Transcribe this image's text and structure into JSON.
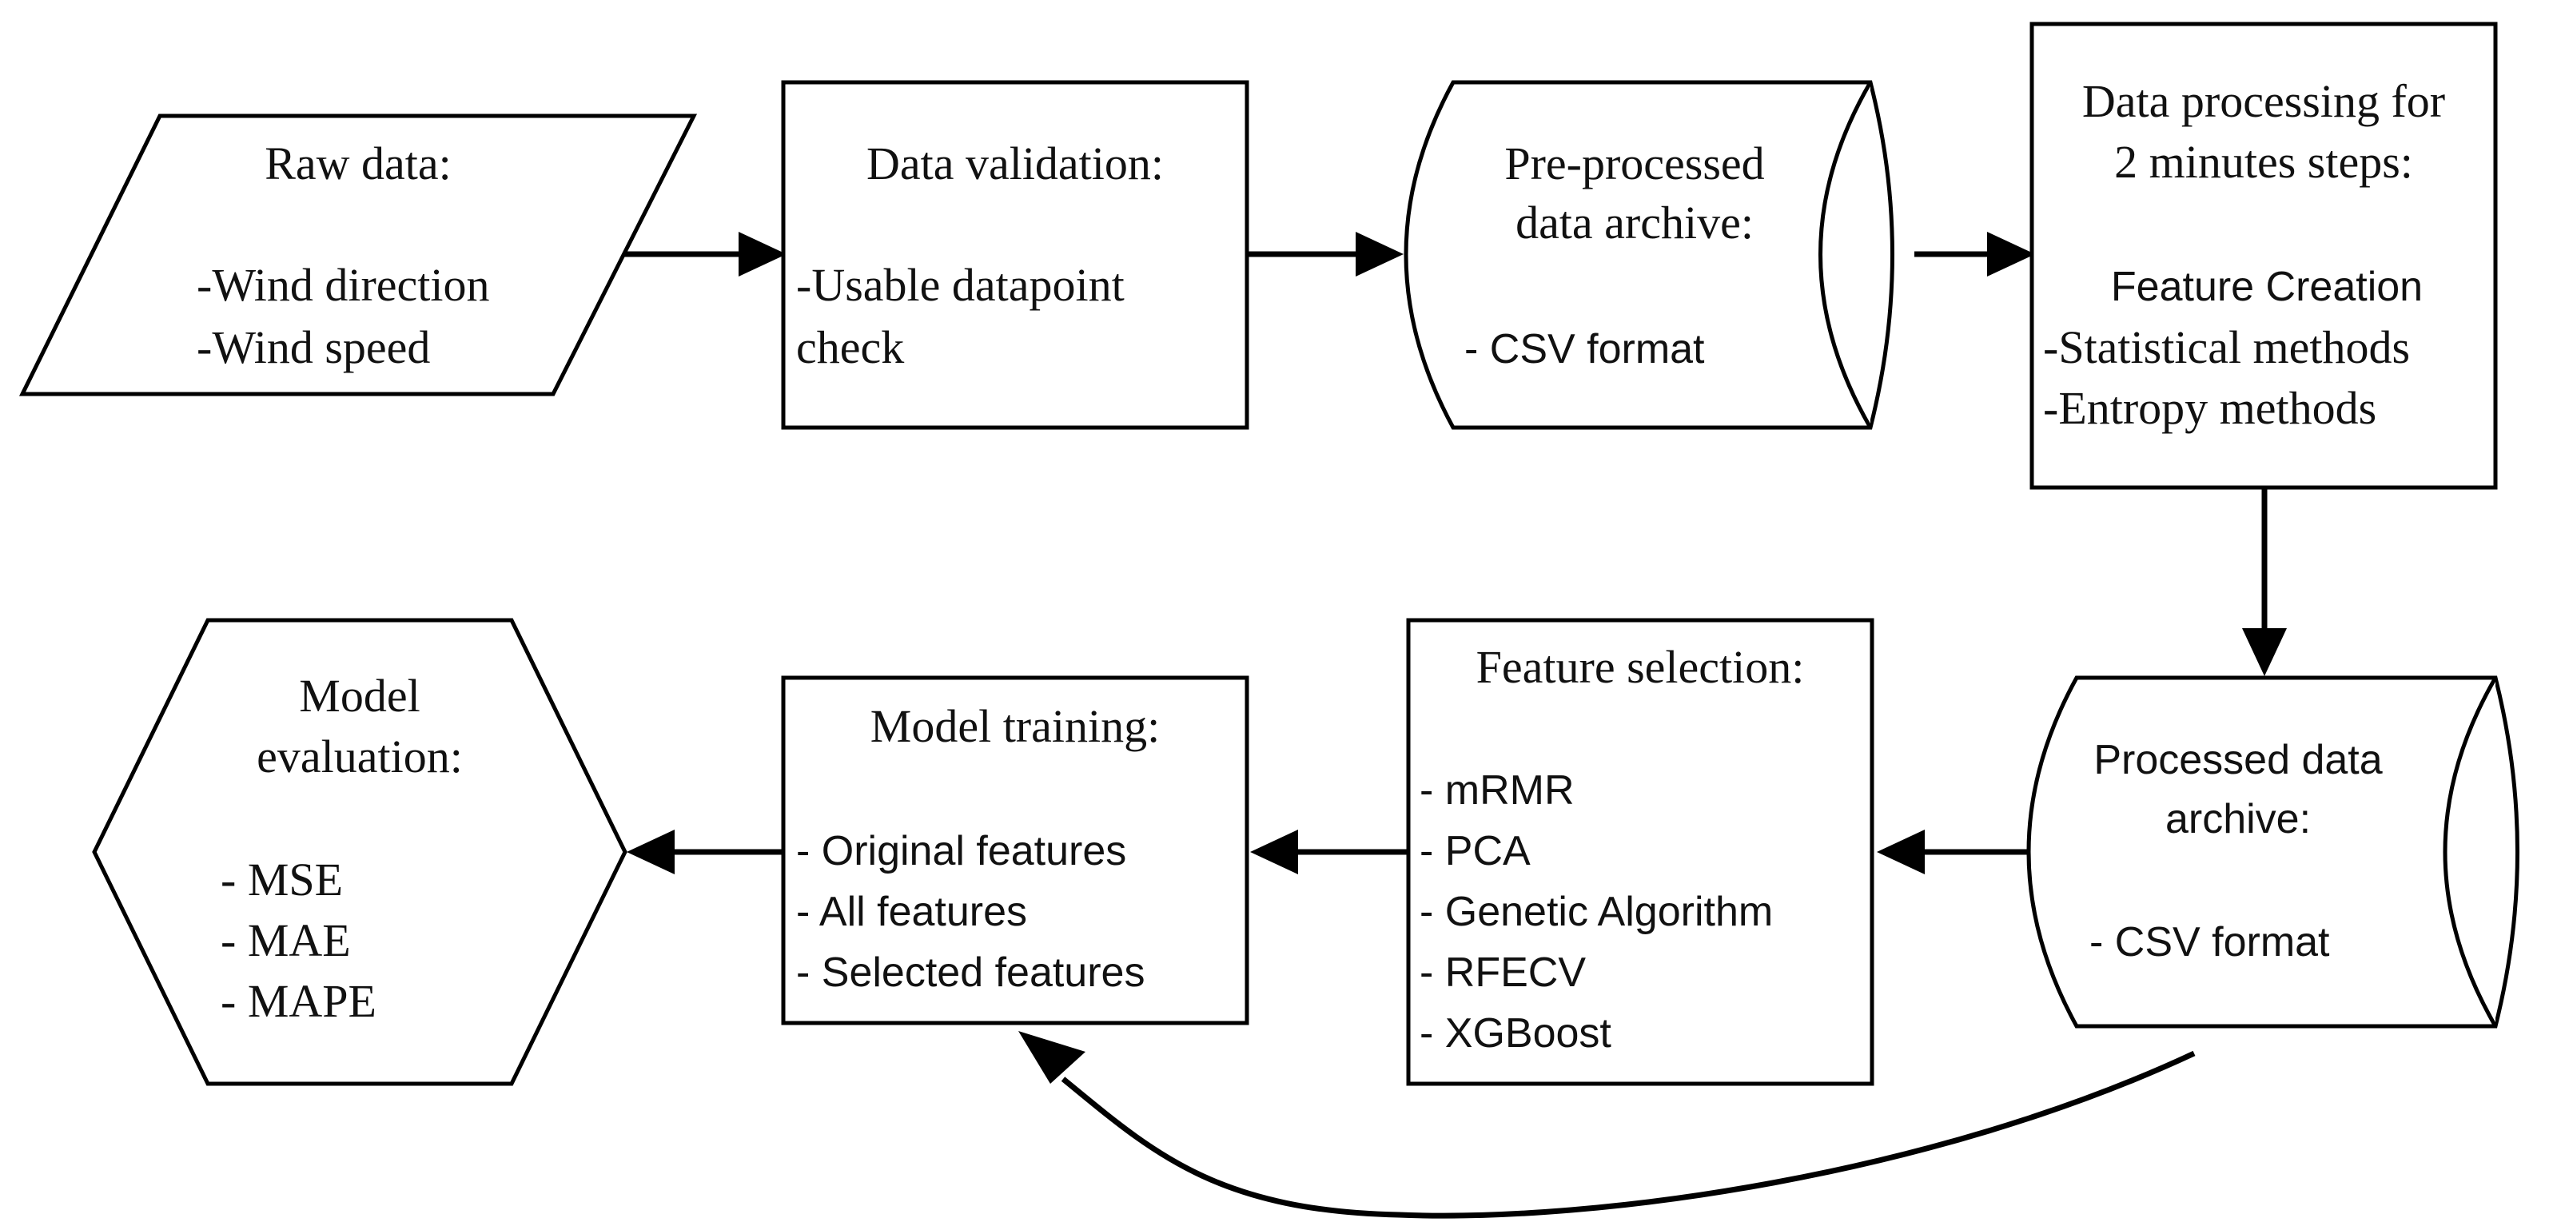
{
  "nodes": {
    "raw_data": {
      "title": "Raw data:",
      "items": [
        "-Wind direction",
        "-Wind  speed"
      ]
    },
    "data_validation": {
      "title": "Data validation:",
      "items": [
        "-Usable datapoint",
        "check"
      ]
    },
    "preprocessed_archive": {
      "title": [
        "Pre-processed",
        "data archive:"
      ],
      "items": [
        "- CSV format"
      ]
    },
    "data_processing": {
      "title": [
        "Data processing for",
        "2 minutes steps:"
      ],
      "subtitle": "Feature Creation",
      "items": [
        "-Statistical methods",
        "-Entropy methods"
      ]
    },
    "processed_archive": {
      "title": [
        "Processed data",
        "archive:"
      ],
      "items": [
        "- CSV format"
      ]
    },
    "feature_selection": {
      "title": "Feature selection:",
      "items": [
        "- mRMR",
        "- PCA",
        "- Genetic Algorithm",
        "- RFECV",
        "- XGBoost"
      ]
    },
    "model_training": {
      "title": "Model training:",
      "items": [
        "- Original features",
        "- All features",
        "- Selected features"
      ]
    },
    "model_evaluation": {
      "title": [
        "Model",
        "evaluation:"
      ],
      "items": [
        "- MSE",
        "- MAE",
        "- MAPE"
      ]
    }
  },
  "colors": {
    "stroke": "#000000",
    "fill": "#ffffff",
    "text": "#111111"
  }
}
